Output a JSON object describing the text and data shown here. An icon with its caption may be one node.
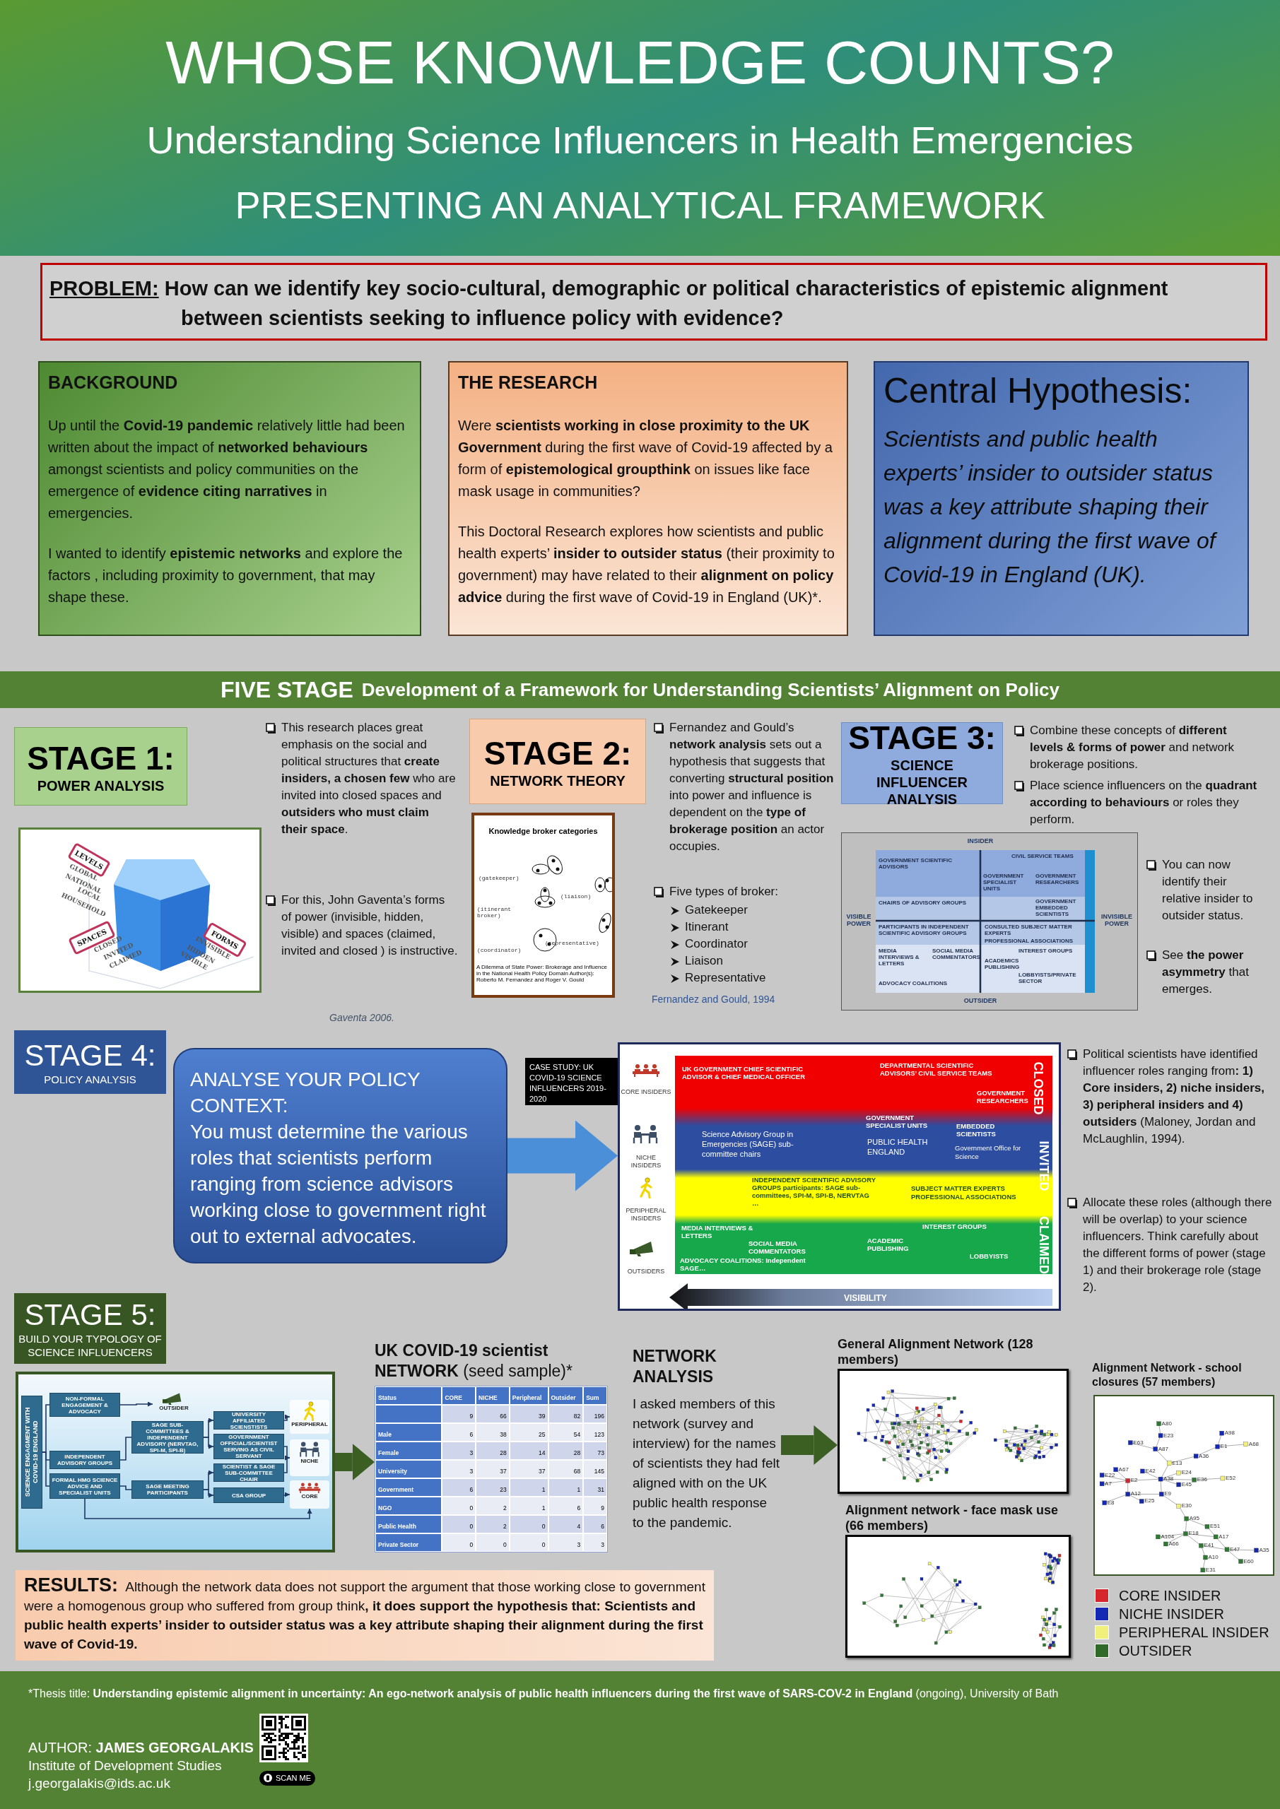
{
  "diagram": {
    "title": "WHOSE KNOWLEDGE COUNTS?",
    "nodes": [
      {
        "text": [
          "PROBLEM:",
          "How can we identify key socio-cultural, demographic or political characteristics of epistemic alignment between scientists seeking to influence policy with evidence?"
        ]
      },
      {
        "text": [
          "BACKGROUND",
          "Up until the **Covid-19 pandemic** relatively little had been written about the impact of **networked behaviours** amongst scientists and policy communities on the emergence of **evidence citing narratives** in emergencies.",
          "I wanted to identify **epistemic networks** and explore the factors , including proximity to government,  that may shape these."
        ]
      },
      {
        "text": [
          "THE RESEARCH",
          "Were **scientists working in close proximity to the UK Government** during the first wave of Covid-19 affected by a form of **epistemological groupthink** on issues like face mask usage in communities?",
          "This Doctoral Research explores how scientists and public health experts’ **insider to outsider status** (their proximity to government) may have related to their **alignment on policy advice** during the first wave of Covid-19 in England (UK)*."
        ]
      },
      {
        "text": [
          "Central Hypothesis:",
          "Scientists and public health experts’ insider to outsider status was a key attribute shaping their alignment during the first wave of Covid-19 in England (UK)."
        ]
      },
      {
        "text": [
          "FIVE STAGE",
          "Development of a Framework for Understanding Scientists’ Alignment on Policy"
        ]
      },
      {
        "text": [
          "STAGE 1:",
          "POWER ANALYSIS"
        ]
      },
      {
        "text": [
          "LEVELS",
          "GLOBAL",
          "NATIONAL",
          "LOCAL",
          "HOUSEHOLD",
          "SPACES",
          "CLOSED",
          "INVITED",
          "CLAIMED",
          "FORMS",
          "INVISIBLE",
          "HIDDEN",
          "VISIBLE"
        ]
      },
      {
        "text": [
          "STAGE 2:",
          "NETWORK THEORY"
        ]
      },
      {
        "text": [
          "Knowledge broker categories",
          "(gatekeeper)",
          "(liaison)",
          "(itinerant broker)",
          "(representative)",
          "(coordinator)",
          "A Dilemma of State Power: Brokerage and Influence in the National Health Policy Domain Author(s): Roberto M. Fernandez and Roger V. Gould"
        ]
      },
      {
        "text": [
          "STAGE 3:",
          "SCIENCE INFLUENCER ANALYSIS"
        ]
      },
      {
        "text": [
          "INSIDER",
          "OUTSIDER",
          "VISIBLE POWER",
          "INVISIBLE POWER",
          "GOVERNMENT SCIENTIFIC ADVISORS",
          "CIVIL SERVICE TEAMS",
          "GOVERNMENT SPECIALIST UNITS",
          "GOVERNMENT RESEARCHERS",
          "CHAIRS OF ADVISORY GROUPS",
          "GOVERNMENT EMBEDDED SCIENTISTS",
          "PARTICIPANTS IN INDEPENDENT SCIENTIFIC ADVISORY GROUPS",
          "CONSULTED SUBJECT MATTER EXPERTS",
          "PROFESSIONAL ASSOCIATIONS",
          "MEDIA INTERVIEWS & LETTERS",
          "SOCIAL MEDIA COMMENTATORS",
          "INTEREST GROUPS",
          "ACADEMICS PUBLISHING",
          "ADVOCACY COALITIONS",
          "LOBBYISTS/PRIVATE SECTOR"
        ]
      },
      {
        "text": [
          "STAGE 4:",
          "POLICY ANALYSIS"
        ]
      },
      {
        "text": [
          "ANALYSE YOUR POLICY CONTEXT:",
          "You must determine the various roles that scientists perform ranging from science advisors working close to government right out to external advocates."
        ]
      },
      {
        "text": [
          "CASE STUDY: UK COVID-19 SCIENCE INFLUENCERS 2019-2020"
        ]
      },
      {
        "text": [],
        "shape": "picture"
      },
      {
        "text": [
          "CORE INSIDERS",
          "NICHE INSIDERS",
          "PERIPHERAL INSIDERS",
          "OUTSIDERS",
          "UK GOVERNMENT CHIEF SCIENTIFIC ADVISOR & CHIEF MEDICAL OFFICER",
          "DEPARTMENTAL SCIENTIFIC ADVISORS’ CIVIL SERVICE TEAMS",
          "GOVERNMENT RESEARCHERS",
          "CLOSED",
          "GOVERNMENT SPECIALIST UNITS",
          "EMBEDDED SCIENTISTS",
          "Science Advisory Group in Emergencies (SAGE) sub-committee chairs",
          "PUBLIC HEALTH ENGLAND",
          "Government Office for Science",
          "INVITED",
          "INDEPENDENT SCIENTIFIC ADVISORY GROUPS participants: SAGE sub-committees, SPI-M, SPI-B, NERVTAG …",
          "SUBJECT MATTER EXPERTS",
          "PROFESSIONAL ASSOCIATIONS",
          "MEDIA INTERVIEWS & LETTERS",
          "INTEREST GROUPS",
          "SOCIAL MEDIA COMMENTATORS",
          "ACADEMIC PUBLISHING",
          "LOBBYISTS",
          "CLAIMED",
          "ADVOCACY COALITIONS: Independent SAGE…",
          "VISIBILITY"
        ]
      },
      {
        "text": [
          "STAGE 5:",
          "BUILD YOUR TYPOLOGY OF SCIENCE INFLUENCERS"
        ]
      },
      {
        "text": [],
        "shape": "box"
      },
      {
        "text": [
          "SCIENCE ENGAGMENT WITH COVID-19 ENGLAND"
        ],
        "in": 17
      },
      {
        "text": [
          "NON-FORMAL ENGAGEMENT & ADVOCACY"
        ],
        "in": 17
      },
      {
        "text": [
          "INDEPENDENT ADVISORY GROUPS"
        ],
        "in": 17
      },
      {
        "text": [
          "FORMAL HMG SCIENCE ADVICE AND SPECIALIST UNITS"
        ],
        "in": 17
      },
      {
        "text": [
          "OUTSIDER"
        ],
        "in": 17
      },
      {
        "text": [
          "SAGE SUB-COMMITTEES & INDEPENDENT ADVISORY (NERVTAG, SPI-M, SPI-B)"
        ],
        "in": 17
      },
      {
        "text": [
          "SAGE MEETING PARTICIPANTS"
        ],
        "in": 17
      },
      {
        "text": [
          "UNIVERSITY AFFILIATED SCIENSTISTS"
        ],
        "in": 17
      },
      {
        "text": [
          "GOVERNMENT OFFICIAL/SCIENTIST SERVING AS CIVIL SERVANT"
        ],
        "in": 17
      },
      {
        "text": [
          "SCIENTIST & SAGE SUB-COMMITTEE CHAIR"
        ],
        "in": 17
      },
      {
        "text": [
          "CSA GROUP"
        ],
        "in": 17
      },
      {
        "text": [
          "PERIPHERAL"
        ],
        "in": 17
      },
      {
        "text": [
          "NICHE"
        ],
        "in": 17
      },
      {
        "text": [
          "CORE"
        ],
        "in": 17
      },
      {
        "text": [
          "**UK COVID-19 scientist NETWORK** (seed sample)*"
        ]
      },
      {
        "text": [
          "NETWORK ANALYSIS",
          "I asked members of this network (survey and interview) for the names of scientists they had felt aligned with on the UK public health response to the pandemic."
        ]
      },
      {
        "text": [
          "General Alignment Network (128 members)"
        ]
      },
      {
        "text": [
          "Alignment network - face mask use (66 members)"
        ]
      },
      {
        "text": [
          "Alignment Network - school closures (57 members)",
          "A80",
          "E23",
          "A98",
          "E63",
          "A87",
          "E1",
          "A68",
          "A36",
          "E13",
          "A67",
          "E42",
          "E24",
          "E22",
          "E2",
          "A38",
          "E36",
          "E52",
          "A7",
          "E45",
          "A12",
          "E9",
          "E8",
          "E25",
          "E30",
          "A95",
          "E51",
          "E18",
          "A104",
          "A17",
          "A66",
          "E41",
          "E47",
          "A35",
          "A10",
          "E60",
          "E31"
        ]
      },
      {
        "text": [
          "**RESULTS:** Although the network data does not support the argument that those working close to government were a homogenous group who suffered from group think**, it does support the hypothesis that: Scientists and public health experts’ insider to outsider status was a key attribute shaping their alignment during the first wave of Covid-19.**"
        ]
      }
    ],
    "edges": [
      {
        "from": 18,
        "to": 19,
        "arrow": "none"
      },
      {
        "from": 18,
        "to": 20,
        "arrow": "none"
      },
      {
        "from": 18,
        "to": 21,
        "arrow": "none"
      },
      {
        "from": 19,
        "to": 22,
        "arrow": "to"
      },
      {
        "from": 20,
        "to": 23,
        "arrow": "none"
      },
      {
        "from": 21,
        "to": 24,
        "arrow": "none"
      },
      {
        "from": 23,
        "to": 25,
        "arrow": "to"
      },
      {
        "from": 23,
        "to": 26,
        "arrow": "to"
      },
      {
        "from": 24,
        "to": 27,
        "arrow": "to"
      },
      {
        "from": 24,
        "to": 28,
        "arrow": "to"
      },
      {
        "from": 25,
        "to": 29,
        "arrow": "to"
      },
      {
        "from": 26,
        "to": 30,
        "arrow": "to"
      },
      {
        "from": 27,
        "to": 30,
        "arrow": "to"
      },
      {
        "from": 28,
        "to": 31,
        "arrow": "to"
      },
      {
        "from": 21,
        "to": 31,
        "arrow": "to"
      },
      {
        "from": 12,
        "to": 15,
        "arrow": "to",
        "style": "thick",
        "color": "#4a8fd8"
      },
      {
        "from": 17,
        "to": 32,
        "arrow": "to",
        "style": "thick",
        "color": "#3b5e22"
      },
      {
        "from": 33,
        "to": 34,
        "arrow": "to",
        "style": "thick",
        "color": "#3b5e22"
      }
    ],
    "labels": [
      "Understanding Science Influencers in Health Emergencies",
      "PRESENTING AN ANALYTICAL FRAMEWORK",
      "This research places great emphasis on the social and political structures that **create insiders, a chosen few** who are invited into closed spaces and **outsiders who must claim their space**.",
      "For this, John Gaventa’s forms of power (invisible, hidden, visible) and spaces (claimed, invited and closed ) is instructive.",
      "Gaventa 2006.",
      "Fernandez and Gould’s **network analysis** sets out a hypothesis that suggests that converting **structural position** into power and influence is dependent on the **type of brokerage position** an actor occupies.",
      "Five types of broker:",
      "Gatekeeper",
      "Itinerant",
      "Coordinator",
      "Liaison",
      "Representative",
      "Fernandez and Gould, 1994",
      "Combine these concepts of **different levels & forms of power** and network brokerage positions.",
      "Place science influencers on the **quadrant according to behaviours** or roles they perform.",
      "You can now identify their relative insider to outsider status.",
      "See **the power asymmetry** that emerges.",
      "Political scientists have identified influencer roles ranging from**: 1) Core insiders, 2) niche insiders, 3) peripheral insiders and 4) outsiders** (Maloney, Jordan and McLaughlin, 1994).",
      "Allocate these roles (although there will be overlap) to  your science influencers. Think carefully about the different forms of power (stage 1) and their brokerage role (stage 2).",
      "Status",
      "CORE",
      "NICHE",
      "Peripheral",
      "Outsider",
      "Sum",
      "9",
      "66",
      "39",
      "82",
      "196",
      "Male",
      "6",
      "38",
      "25",
      "54",
      "123",
      "Female",
      "3",
      "28",
      "14",
      "28",
      "73",
      "University",
      "3",
      "37",
      "37",
      "68",
      "145",
      "Government",
      "6",
      "23",
      "1",
      "1",
      "31",
      "NGO",
      "0",
      "2",
      "1",
      "6",
      "9",
      "Public Health",
      "0",
      "2",
      "0",
      "4",
      "6",
      "Private Sector",
      "0",
      "0",
      "0",
      "3",
      "3",
      "*Thesis title: **Understanding epistemic alignment in uncertainty: An ego-network analysis of public health influencers during the first wave of SARS-COV-2 in England** (ongoing), University of Bath",
      "AUTHOR: **JAMES GEORGALAKIS**",
      "Institute of Development Studies",
      "j.georgalakis@ids.ac.uk",
      "SCAN ME"
    ],
    "legend": [
      {
        "text": "CORE INSIDER",
        "color": "#d7262b"
      },
      {
        "text": "NICHE INSIDER",
        "color": "#1428b4"
      },
      {
        "text": "PERIPHERAL INSIDER",
        "color": "#f0f07a"
      },
      {
        "text": "OUTSIDER",
        "color": "#2f6a2a"
      }
    ]
  }
}
